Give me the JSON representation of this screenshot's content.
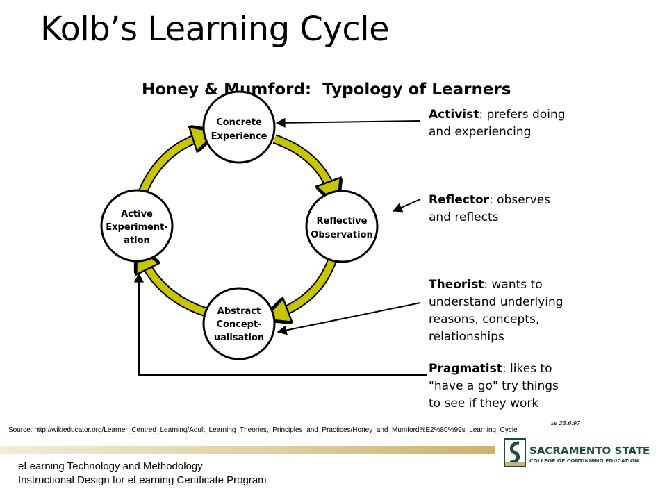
{
  "slide": {
    "title": "Kolb’s Learning Cycle",
    "source": "Source: http://wikieducator.org/Learner_Centred_Learning/Adult_Learning_Theories,_Principles_and_Practices/Honey_and_Mumford%E2%80%99s_Learning_Cycle"
  },
  "diagram": {
    "title": "Honey & Mumford:  Typology of Learners",
    "signature": "se 23.6.97",
    "stages": {
      "concrete": [
        "Concrete",
        "Experience"
      ],
      "reflective": [
        "Reflective",
        "Observation"
      ],
      "abstract": [
        "Abstract",
        "Concept-",
        "ualisation"
      ],
      "active": [
        "Active",
        "Experiment-",
        "ation"
      ]
    },
    "learners": {
      "activist": {
        "name": "Activist",
        "lines": [
          ": prefers doing",
          "and experiencing"
        ]
      },
      "reflector": {
        "name": "Reflector",
        "lines": [
          ": observes",
          "and reflects"
        ]
      },
      "theorist": {
        "name": "Theorist",
        "lines": [
          ": wants to",
          "understand underlying",
          "reasons, concepts,",
          "relationships"
        ]
      },
      "pragmatist": {
        "name": "Pragmatist",
        "lines": [
          ": likes to",
          "\"have a go\" try things",
          "to see if they work"
        ]
      }
    },
    "colors": {
      "cycle_arrow": "#c7c400",
      "outline": "#000000"
    }
  },
  "footer": {
    "line1": "eLearning Technology and Methodology",
    "line2": "Instructional Design for eLearning Certificate Program"
  },
  "logo": {
    "name": "SACRAMENTO STATE",
    "subtitle": "COLLEGE OF CONTINUING EDUCATION",
    "colors": {
      "primary": "#1f4c35",
      "accent": "#c4b37a"
    }
  }
}
